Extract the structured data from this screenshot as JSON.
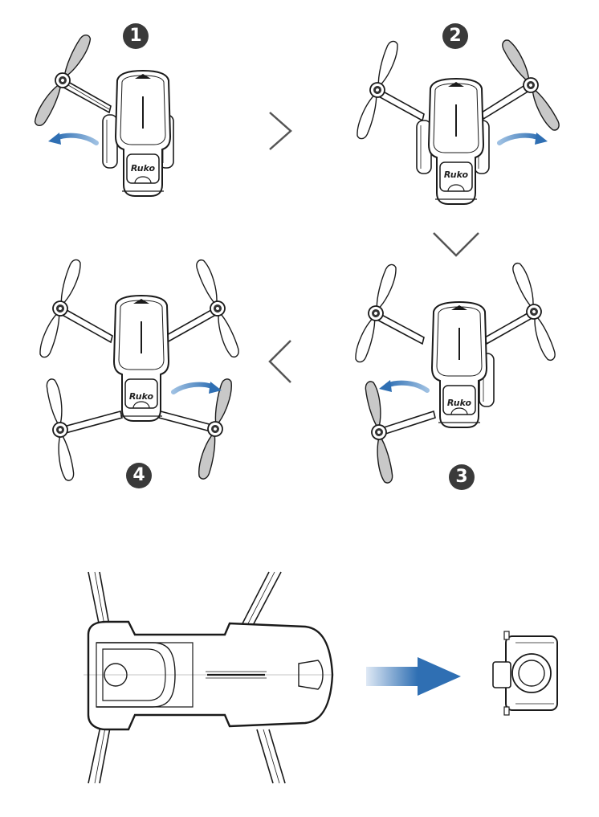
{
  "brand_logo": "Ruko",
  "steps": [
    {
      "number": "1",
      "description_icon": "unfold-front-left-arm"
    },
    {
      "number": "2",
      "description_icon": "unfold-front-right-arm"
    },
    {
      "number": "3",
      "description_icon": "unfold-rear-left-arm"
    },
    {
      "number": "4",
      "description_icon": "unfold-rear-right-arm"
    }
  ],
  "icons": {
    "next_right": "chevron-right-icon",
    "next_down": "chevron-down-icon",
    "next_left": "chevron-left-icon",
    "rotate": "curved-arrow-icon",
    "gimbal_guard": "right-arrow-icon"
  },
  "colors": {
    "outline": "#1a1a1a",
    "highlight_propeller": "#c8c8c8",
    "rotation_arrow": "#3f7fbf",
    "badge": "#3a3a3a",
    "chevron": "#555555"
  }
}
